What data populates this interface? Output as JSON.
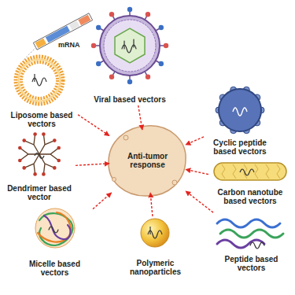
{
  "diagram": {
    "nodes": [
      {
        "text": [
          "Viral based vectors"
        ]
      },
      {
        "text": [
          "Liposome based vectors"
        ]
      },
      {
        "text": [
          "Cyclic peptide based vectors"
        ]
      },
      {
        "text": [
          "Anti-tumor response"
        ]
      },
      {
        "text": [
          "Dendrimer based vector"
        ]
      },
      {
        "text": [
          "Carbon nanotube based vectors"
        ]
      },
      {
        "text": [
          "Micelle based vectors"
        ]
      },
      {
        "text": [
          "Peptide based vectors"
        ]
      },
      {
        "text": [
          "Polymeric nanoparticles"
        ]
      }
    ],
    "edges": [
      {
        "from": 0,
        "to": 3,
        "arrow": "to"
      },
      {
        "from": 1,
        "to": 3,
        "arrow": "to"
      },
      {
        "from": 2,
        "to": 3,
        "arrow": "to"
      },
      {
        "from": 4,
        "to": 3,
        "arrow": "to"
      },
      {
        "from": 5,
        "to": 3,
        "arrow": "to"
      },
      {
        "from": 6,
        "to": 3,
        "arrow": "to"
      },
      {
        "from": 7,
        "to": 3,
        "arrow": "to"
      },
      {
        "from": 8,
        "to": 3,
        "arrow": "to"
      }
    ],
    "labels": [
      "mRNA"
    ]
  }
}
